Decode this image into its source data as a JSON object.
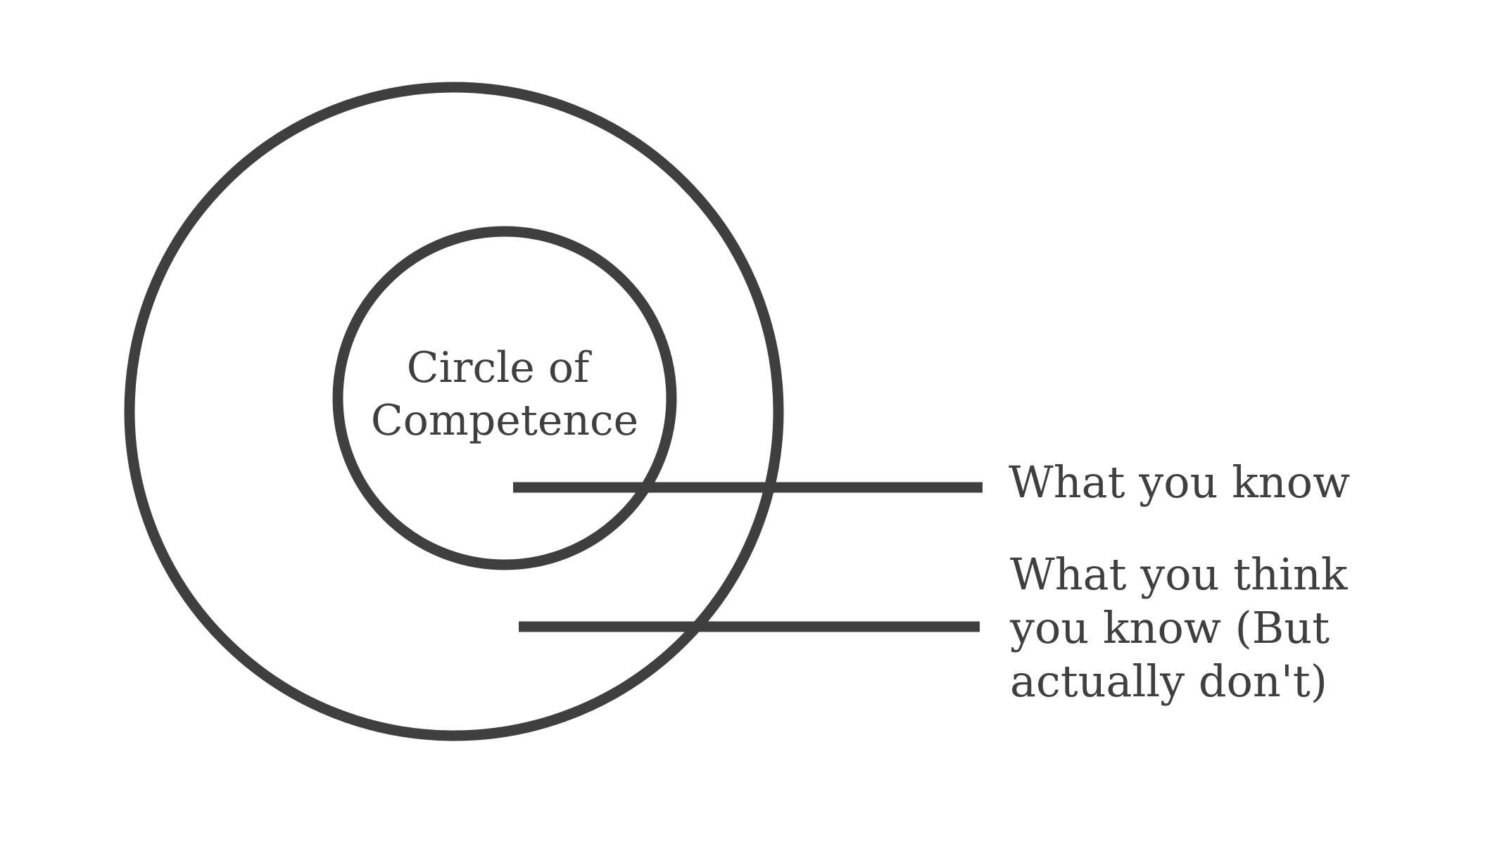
{
  "diagram": {
    "center_label": {
      "lines": [
        "Circle of",
        "Competence"
      ]
    },
    "callouts": [
      {
        "lines": [
          "What you know"
        ]
      },
      {
        "lines": [
          "What you think",
          "you know (But",
          "actually don't)"
        ]
      }
    ],
    "colors": {
      "stroke": "#3f3f3f",
      "text": "#3f3f3f",
      "background": "#ffffff"
    }
  }
}
